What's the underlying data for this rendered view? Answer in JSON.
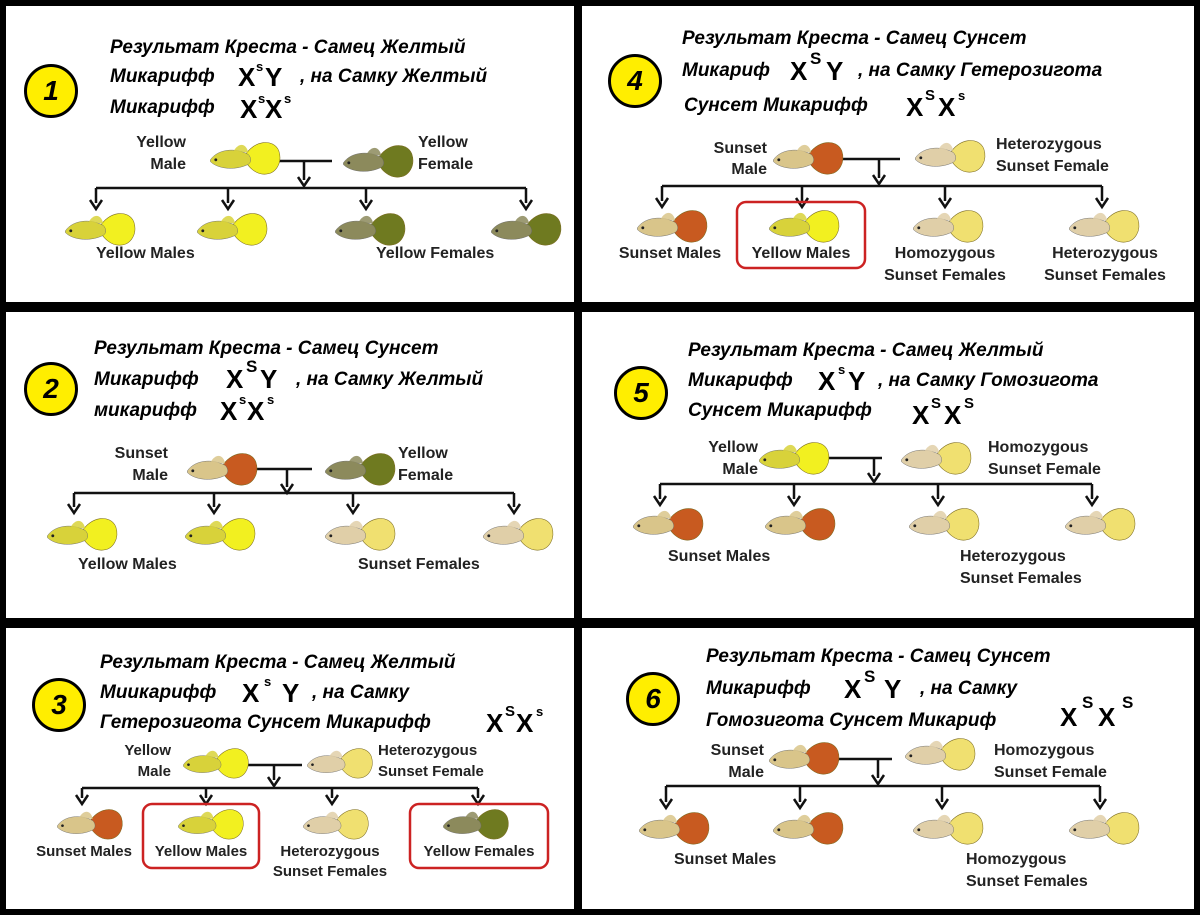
{
  "panels": [
    {
      "number": "1",
      "title": [
        "Результат Креста - Самец Желтый",
        "Микарифф",
        ", на Самку Желтый",
        "Микарифф"
      ],
      "male_genotype": [
        "X",
        "s",
        "Y"
      ],
      "female_genotype": [
        "X",
        "s",
        "X",
        "s"
      ],
      "parents": {
        "male_lines": [
          "Yellow",
          "Male"
        ],
        "female_lines": [
          "Yellow",
          "Female"
        ],
        "male_fish": "yellow",
        "female_fish": "olive"
      },
      "offspring": [
        {
          "fish": "yellow",
          "lines": []
        },
        {
          "fish": "yellow",
          "lines": []
        },
        {
          "fish": "olive",
          "lines": []
        },
        {
          "fish": "olive",
          "lines": []
        }
      ],
      "group_labels": [
        "Yellow Males",
        "Yellow Females"
      ]
    },
    {
      "number": "2",
      "title": [
        "Результат Креста - Самец Сунсет",
        "Микарифф",
        ", на Самку Желтый",
        "микарифф"
      ],
      "male_genotype": [
        "X",
        "S",
        "Y"
      ],
      "female_genotype": [
        "X",
        "s",
        "X",
        "s"
      ],
      "parents": {
        "male_lines": [
          "Sunset",
          "Male"
        ],
        "female_lines": [
          "Yellow",
          "Female"
        ],
        "male_fish": "sunset",
        "female_fish": "olive"
      },
      "offspring": [
        {
          "fish": "yellow",
          "lines": []
        },
        {
          "fish": "yellow",
          "lines": []
        },
        {
          "fish": "pale",
          "lines": []
        },
        {
          "fish": "pale",
          "lines": []
        }
      ],
      "group_labels": [
        "Yellow Males",
        "Sunset Females"
      ]
    },
    {
      "number": "3",
      "title": [
        "Результат Креста - Самец Желтый",
        "Миикарифф",
        ", на Самку",
        "Гетерозигота Сунсет Микарифф"
      ],
      "male_genotype": [
        "X",
        "s",
        "Y"
      ],
      "female_genotype": [
        "X",
        "S",
        "X",
        "s"
      ],
      "parents": {
        "male_lines": [
          "Yellow",
          "Male"
        ],
        "female_lines": [
          "Heterozygous",
          "Sunset Female"
        ],
        "male_fish": "yellow",
        "female_fish": "pale"
      },
      "offspring": [
        {
          "fish": "sunset",
          "lines": [
            "Sunset Males"
          ],
          "boxed": false
        },
        {
          "fish": "yellow",
          "lines": [
            "Yellow Males"
          ],
          "boxed": true
        },
        {
          "fish": "pale",
          "lines": [
            "Heterozygous",
            "Sunset Females"
          ],
          "boxed": false
        },
        {
          "fish": "olive",
          "lines": [
            "Yellow Females"
          ],
          "boxed": true
        }
      ]
    },
    {
      "number": "4",
      "title": [
        "Результат Креста - Самец Сунсет",
        "Микариф",
        ", на Самку Гетерозигота",
        "Сунсет Микарифф"
      ],
      "male_genotype": [
        "X",
        "S",
        "Y"
      ],
      "female_genotype": [
        "X",
        "S",
        "X",
        "s"
      ],
      "parents": {
        "male_lines": [
          "Sunset",
          "Male"
        ],
        "female_lines": [
          "Heterozygous",
          "Sunset Female"
        ],
        "male_fish": "sunset",
        "female_fish": "pale"
      },
      "offspring": [
        {
          "fish": "sunset",
          "lines": [
            "Sunset Males"
          ],
          "boxed": false
        },
        {
          "fish": "yellow",
          "lines": [
            "Yellow Males"
          ],
          "boxed": true
        },
        {
          "fish": "pale",
          "lines": [
            "Homozygous",
            "Sunset Females"
          ],
          "boxed": false
        },
        {
          "fish": "pale",
          "lines": [
            "Heterozygous",
            "Sunset Females"
          ],
          "boxed": false
        }
      ]
    },
    {
      "number": "5",
      "title": [
        "Результат Креста - Самец Желтый",
        "Микарифф",
        ", на Самку Гомозигота",
        "Сунсет Микарифф"
      ],
      "male_genotype": [
        "X",
        "s",
        "Y"
      ],
      "female_genotype": [
        "X",
        "S",
        "X",
        "S"
      ],
      "parents": {
        "male_lines": [
          "Yellow",
          "Male"
        ],
        "female_lines": [
          "Homozygous",
          "Sunset Female"
        ],
        "male_fish": "yellow",
        "female_fish": "pale"
      },
      "offspring": [
        {
          "fish": "sunset",
          "lines": []
        },
        {
          "fish": "sunset",
          "lines": []
        },
        {
          "fish": "pale",
          "lines": []
        },
        {
          "fish": "pale",
          "lines": []
        }
      ],
      "group_labels": [
        "Sunset Males",
        "Heterozygous",
        "Sunset Females"
      ]
    },
    {
      "number": "6",
      "title": [
        "Результат Креста - Самец Сунсет",
        "Микарифф",
        ", на Самку",
        "Гомозигота  Сунсет Микариф"
      ],
      "male_genotype": [
        "X",
        "S",
        "Y"
      ],
      "female_genotype": [
        "X",
        "S",
        "X",
        "S"
      ],
      "parents": {
        "male_lines": [
          "Sunset",
          "Male"
        ],
        "female_lines": [
          "Homozygous",
          "Sunset Female"
        ],
        "male_fish": "sunset",
        "female_fish": "pale"
      },
      "offspring": [
        {
          "fish": "sunset",
          "lines": []
        },
        {
          "fish": "sunset",
          "lines": []
        },
        {
          "fish": "pale",
          "lines": []
        },
        {
          "fish": "pale",
          "lines": []
        }
      ],
      "group_labels": [
        "Sunset Males",
        "Homozygous",
        "Sunset Females"
      ]
    }
  ],
  "colors": {
    "circle": "#ffee00",
    "box": "#cc2222",
    "yellow_body": "#d8d23a",
    "yellow_tail": "#f2f020",
    "olive_body": "#8c8a5c",
    "olive_tail": "#6f7a20",
    "sunset_body": "#d9c58a",
    "sunset_tail": "#c85a20",
    "pale_body": "#e0cfa8",
    "pale_tail": "#f0e070"
  }
}
